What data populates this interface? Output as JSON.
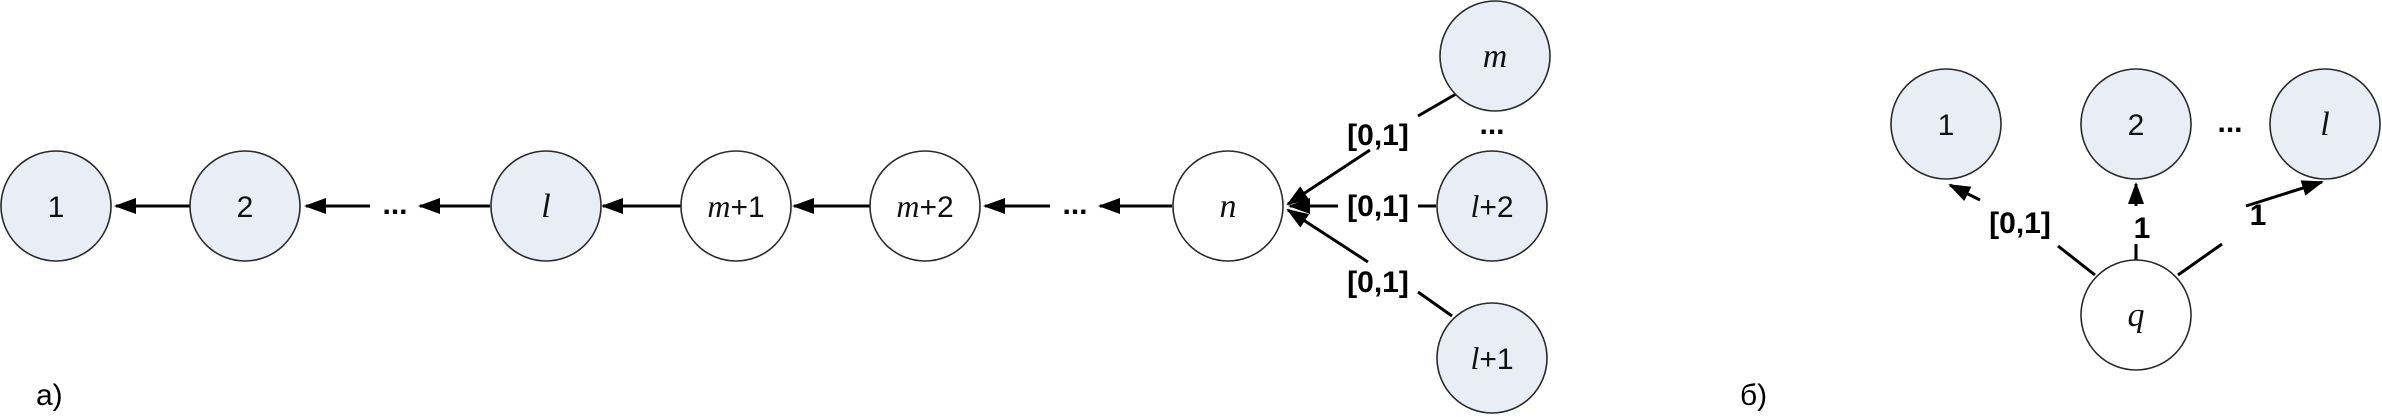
{
  "panel_a": {
    "label": "а)",
    "chain": {
      "node_1": "1",
      "node_2": "2",
      "node_l": "l",
      "node_m1_var": "m",
      "node_m1_suffix": "+1",
      "node_m2_var": "m",
      "node_m2_suffix": "+2",
      "node_n": "n"
    },
    "ellipsis_1": "...",
    "ellipsis_2": "...",
    "inputs": {
      "node_m": "m",
      "ellipsis": "...",
      "node_l2_var": "l",
      "node_l2_suffix": "+2",
      "node_l1_var": "l",
      "node_l1_suffix": "+1"
    },
    "edge_labels": [
      "[0,1]",
      "[0,1]",
      "[0,1]"
    ]
  },
  "panel_b": {
    "label": "б)",
    "nodes": {
      "node_1": "1",
      "node_2": "2",
      "node_l": "l",
      "node_q": "q"
    },
    "ellipsis": "...",
    "edge_labels": [
      "[0,1]",
      "1",
      "1"
    ]
  },
  "colors": {
    "shaded_fill": "#e8edf6",
    "plain_fill": "#ffffff",
    "stroke": "#2a2a2a"
  }
}
